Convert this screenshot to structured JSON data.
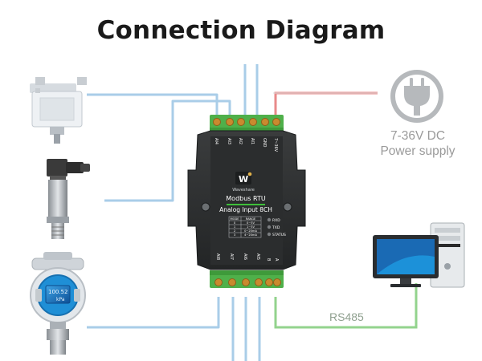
{
  "title": "Connection Diagram",
  "power_supply": {
    "voltage": "7-36V DC",
    "label": "Power supply",
    "icon": "power-plug-icon"
  },
  "rs485_label": "RS485",
  "module": {
    "brand": "Waveshare",
    "name_line1": "Modbus RTU",
    "name_line2": "Analog Input 8CH",
    "leds": [
      "RXD",
      "TXD",
      "STATUS"
    ],
    "mode_table": {
      "headers": [
        "MODE",
        "RANGE"
      ],
      "rows": [
        [
          "0",
          "0~5V"
        ],
        [
          "1",
          "1~5V"
        ],
        [
          "2",
          "0~20mA"
        ],
        [
          "3",
          "4~20mA"
        ]
      ]
    },
    "top_terminals": [
      "AI4",
      "AI3",
      "AI2",
      "AI1",
      "GND",
      "7~36V"
    ],
    "bottom_terminals": [
      "AI8",
      "AI7",
      "AI6",
      "AI5",
      "B",
      "A"
    ]
  },
  "colors": {
    "wire_blue": "#a9cde8",
    "wire_red": "#e88a8a",
    "wire_green": "#93d38d",
    "terminal_green": "#4fb04a",
    "module_body": "#2f3132"
  }
}
